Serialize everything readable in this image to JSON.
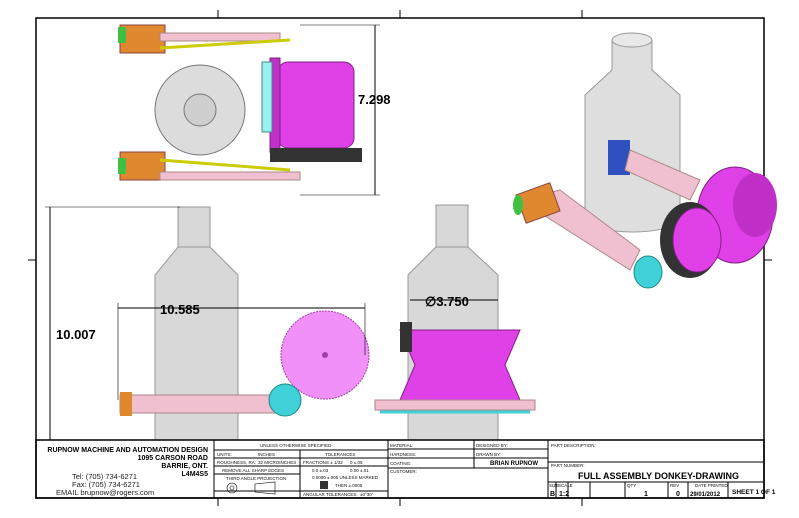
{
  "dimensions": {
    "top_view_height": "7.298",
    "front_view_height": "10.007",
    "front_view_width": "10.585",
    "side_view_diameter": "∅3.750"
  },
  "title_block": {
    "company": "RUPNOW MACHINE AND AUTOMATION DESIGN",
    "address1": "1095 CARSON ROAD",
    "address2": "BARRIE, ONT.",
    "postal": "L4M4S5",
    "tel": "Tel: (705) 734-6271",
    "fax": "Fax: (705) 734-6271",
    "email": "EMAIL brupnow@rogers.com",
    "unless_specified": "UNLESS OTHERWISE SPECIFIED",
    "units_label": "UNITS:",
    "units_value": "INCHES",
    "roughness_label": "ROUGHNESS, RA:",
    "roughness_value": "32 MICROINCHES",
    "remove_edges": "REMOVE ALL SHARP EDGES",
    "projection": "THIRD ANGLE PROJECTION",
    "tolerances": "TOLERANCES",
    "fractions": "FRACTIONS ± 1/32",
    "tol_0": "0    ±.05",
    "tol_00": "0.0  ±.03",
    "tol_000": "0.00  ±.01",
    "tol_0000": "0.0000  ±.005 UNLESS MARKED",
    "then": "THEN  ±.0005",
    "angular": "ANGULAR TOLERANCES:",
    "angular_value": "±0°30'",
    "material": "MATERIAL:",
    "hardness": "HARDNESS:",
    "coating": "COATING:",
    "customer": "CUSTOMER:",
    "designed_by": "DESIGNED BY:",
    "drawn_by": "DRAWN BY:",
    "drawn_by_value": "BRIAN RUPNOW",
    "part_description": "PART DESCRIPTION:",
    "part_number": "PART NUMBER:",
    "title": "FULL ASSEMBLY DONKEY-DRAWING",
    "size_label": "SIZE",
    "size": "B",
    "scale_label": "SCALE",
    "scale": "1:2",
    "qty_label": "QTY",
    "qty": "1",
    "rev_label": "REV",
    "rev": "0",
    "date_label": "DATE PRINTED",
    "date": "29/01/2012",
    "sheet": "SHEET 1 OF 1"
  },
  "colors": {
    "magenta": "#e040e8",
    "gray_body": "#d8d8d8",
    "cyan": "#40d0d8",
    "orange": "#e08830",
    "green": "#40c040"
  }
}
